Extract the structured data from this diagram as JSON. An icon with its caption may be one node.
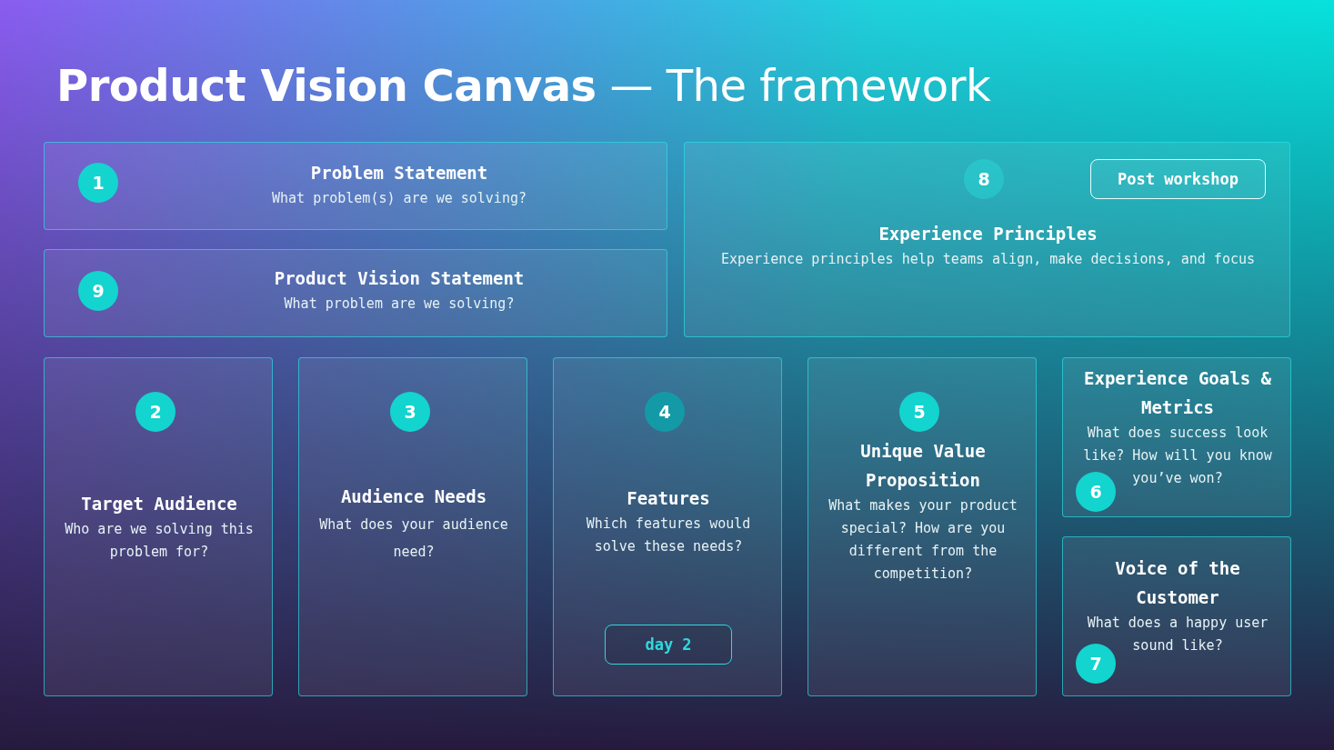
{
  "diagram": {
    "title": "**Product Vision Canvas** — The framework",
    "nodes": [
      {
        "text": [
          "Problem Statement",
          "What problem(s) are we solving?"
        ]
      },
      {
        "text": [
          "1"
        ],
        "in": 0
      },
      {
        "text": [
          "Experience Principles",
          "Experience principles help teams align, make decisions, and focus"
        ]
      },
      {
        "text": [
          "8"
        ],
        "in": 2
      },
      {
        "text": [
          "Post workshop"
        ],
        "in": 2
      },
      {
        "text": [
          "Product Vision Statement",
          "What problem are we solving?"
        ]
      },
      {
        "text": [
          "9"
        ],
        "in": 5
      },
      {
        "text": [
          "Target Audience",
          "Who are we solving this problem for?"
        ]
      },
      {
        "text": [
          "2"
        ],
        "in": 7
      },
      {
        "text": [
          "Audience Needs",
          "What does your audience need?"
        ]
      },
      {
        "text": [
          "3"
        ],
        "in": 9
      },
      {
        "text": [
          "Features",
          "Which features would solve these needs?"
        ]
      },
      {
        "text": [
          "4"
        ],
        "in": 11
      },
      {
        "text": [
          "day 2"
        ],
        "in": 11
      },
      {
        "text": [
          "Unique Value Proposition",
          "What makes your product special? How are you different from the competition?"
        ]
      },
      {
        "text": [
          "5"
        ],
        "in": 14
      },
      {
        "text": [
          "Experience Goals & Metrics",
          "What does success look like? How will you know you’ve won?"
        ]
      },
      {
        "text": [
          "6"
        ],
        "in": 16
      },
      {
        "text": [
          "Voice of the Customer",
          "What does a happy user sound like?"
        ]
      },
      {
        "text": [
          "7"
        ],
        "in": 18
      }
    ],
    "edges": []
  }
}
